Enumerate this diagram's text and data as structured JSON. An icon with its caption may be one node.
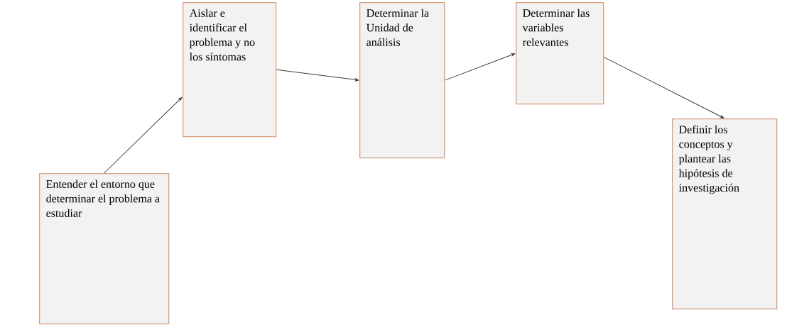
{
  "diagram": {
    "nodes": [
      {
        "text": [
          "Entender el entorno que determinar el problema a estudiar"
        ]
      },
      {
        "text": [
          "Aislar e identificar el problema y no los síntomas"
        ]
      },
      {
        "text": [
          "Determinar la Unidad de análisis"
        ]
      },
      {
        "text": [
          "Determinar las variables relevantes"
        ]
      },
      {
        "text": [
          "Definir los conceptos y plantear las hipótesis de investigación"
        ]
      }
    ],
    "edges": [
      {
        "from": 0,
        "to": 1,
        "arrow": "to"
      },
      {
        "from": 1,
        "to": 2,
        "arrow": "to"
      },
      {
        "from": 2,
        "to": 3,
        "arrow": "to"
      },
      {
        "from": 3,
        "to": 4,
        "arrow": "to"
      }
    ]
  }
}
